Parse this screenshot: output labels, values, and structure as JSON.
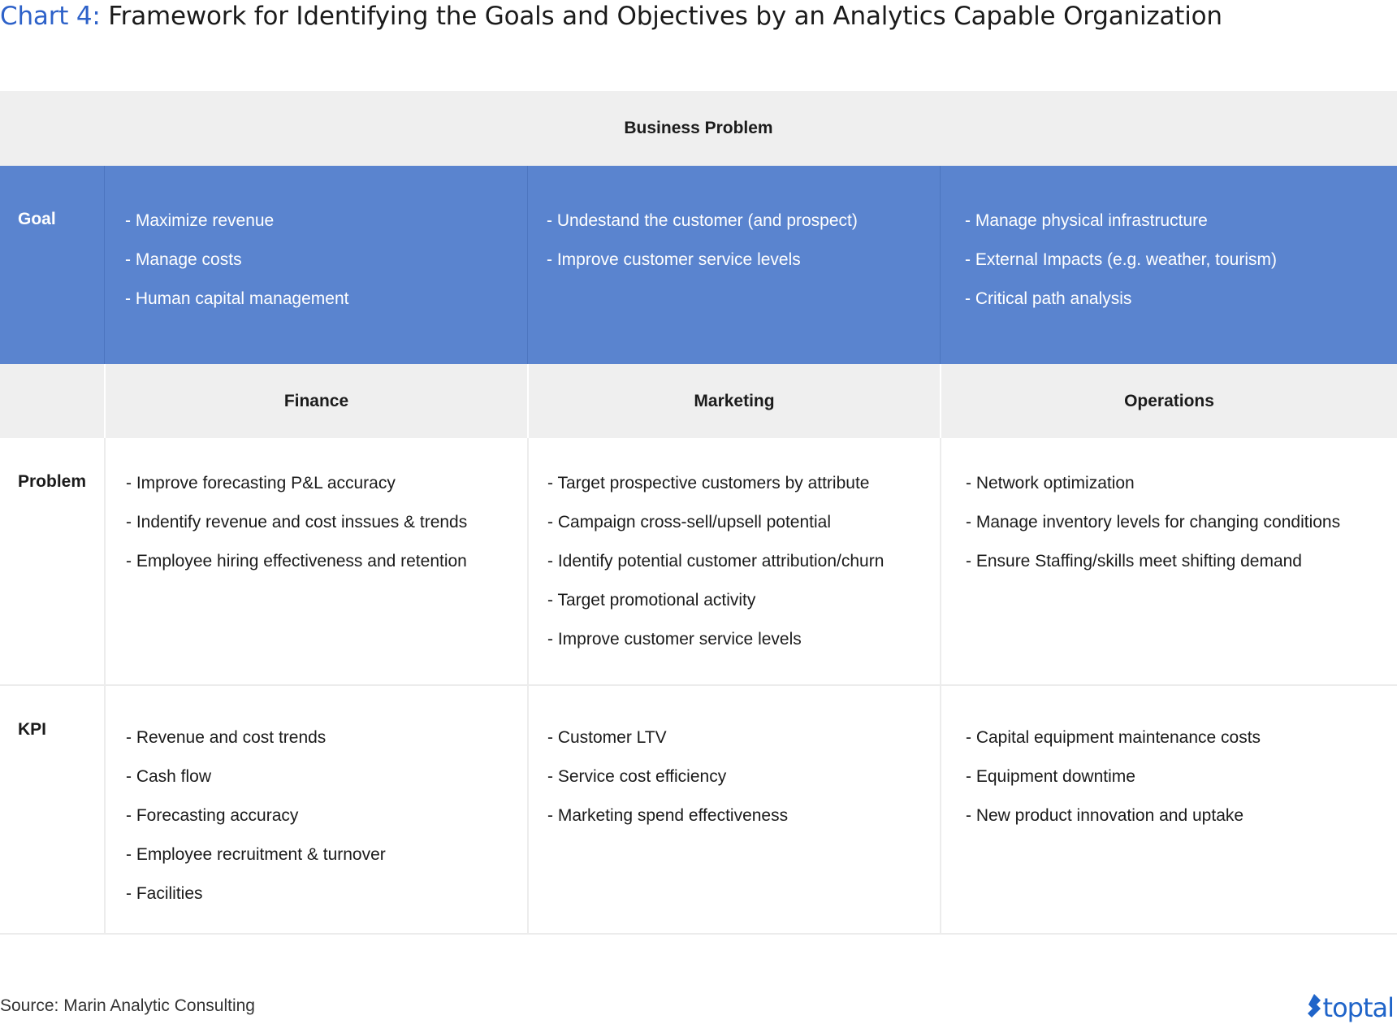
{
  "title": {
    "prefix": "Chart 4:",
    "text": "Framework for Identifying the Goals and Objectives by an Analytics Capable Organization"
  },
  "header": {
    "business_problem": "Business Problem"
  },
  "rows": {
    "goal": "Goal",
    "problem": "Problem",
    "kpi": "KPI"
  },
  "departments": [
    "Finance",
    "Marketing",
    "Operations"
  ],
  "goals": {
    "finance": [
      "- Maximize revenue",
      "- Manage costs",
      "- Human capital management"
    ],
    "marketing": [
      "- Undestand the customer (and prospect)",
      "- Improve customer service levels"
    ],
    "operations": [
      "- Manage physical infrastructure",
      "- External Impacts (e.g. weather, tourism)",
      "- Critical path analysis"
    ]
  },
  "problems": {
    "finance": [
      "- Improve forecasting P&L accuracy",
      "- Indentify revenue and cost inssues & trends",
      "- Employee hiring effectiveness and retention"
    ],
    "marketing": [
      "- Target prospective customers by attribute",
      "- Campaign cross-sell/upsell potential",
      "- Identify potential customer attribution/churn",
      "- Target promotional activity",
      "- Improve customer service levels"
    ],
    "operations": [
      "- Network optimization",
      "- Manage inventory levels for changing conditions",
      "- Ensure Staffing/skills meet shifting demand"
    ]
  },
  "kpis": {
    "finance": [
      "- Revenue and cost trends",
      "- Cash flow",
      "- Forecasting accuracy",
      "- Employee recruitment & turnover",
      "- Facilities"
    ],
    "marketing": [
      "- Customer LTV",
      "- Service cost efficiency",
      "- Marketing spend effectiveness"
    ],
    "operations": [
      "- Capital equipment maintenance costs",
      "- Equipment downtime",
      "- New product innovation and uptake"
    ]
  },
  "footer": {
    "source": "Source: Marin Analytic Consulting",
    "logo": "toptal"
  },
  "colors": {
    "accent": "#2e62c9",
    "goal_band": "#5a84cf",
    "header_band": "#efefef",
    "logo": "#1f64c9"
  },
  "icons": {
    "logo_mark": "toptal-logo-icon"
  }
}
